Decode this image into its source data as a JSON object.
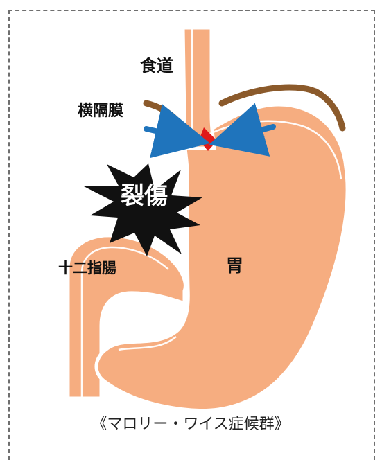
{
  "diagram": {
    "labels": {
      "esophagus": "食道",
      "diaphragm": "横隔膜",
      "tear": "裂傷",
      "duodenum": "十二指腸",
      "stomach": "胃"
    },
    "caption": "《マロリー・ワイス症候群》",
    "colors": {
      "organ": "#F6AD80",
      "organ_outline": "#FFFFFF",
      "diaphragm": "#8B5A2B",
      "arrow": "#1F74BC",
      "tear": "#E01818",
      "burst": "#111111",
      "border": "#6F6F6F"
    }
  }
}
